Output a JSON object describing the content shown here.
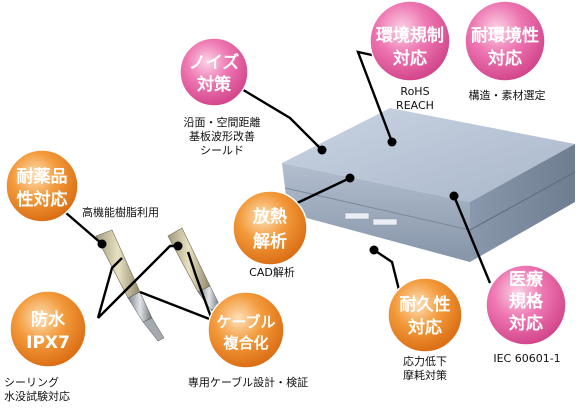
{
  "colors": {
    "pink_bubble": "#e8559c",
    "pink_bubble_light": "#f5a6cc",
    "orange_bubble": "#ee7d1a",
    "orange_bubble_light": "#f8b66b",
    "device_top": "#b9c6d8",
    "device_side": "#8593a7",
    "line": "#000000"
  },
  "bubbles": [
    {
      "id": "noise",
      "lines": [
        "ノイズ",
        "対策"
      ]
    },
    {
      "id": "env-reg",
      "lines": [
        "環境規制",
        "対応"
      ]
    },
    {
      "id": "env-res",
      "lines": [
        "耐環境性",
        "対応"
      ]
    },
    {
      "id": "chem",
      "lines": [
        "耐薬品",
        "性対応"
      ]
    },
    {
      "id": "heat",
      "lines": [
        "放熱",
        "解析"
      ]
    },
    {
      "id": "water",
      "lines": [
        "防水",
        "IPX7"
      ]
    },
    {
      "id": "cable",
      "lines": [
        "ケーブル",
        "複合化"
      ]
    },
    {
      "id": "durable",
      "lines": [
        "耐久性",
        "対応"
      ]
    },
    {
      "id": "medical",
      "lines": [
        "医療",
        "規格",
        "対応"
      ]
    }
  ],
  "captions": {
    "noise": [
      "沿面・空間距離",
      "基板波形改善",
      "シールド"
    ],
    "env_reg": [
      "RoHS",
      "REACH"
    ],
    "env_res": [
      "構造・素材選定"
    ],
    "chem": [
      "高機能樹脂利用"
    ],
    "heat": [
      "CAD解析"
    ],
    "water": [
      "シーリング",
      "水没試験対応"
    ],
    "cable": [
      "専用ケーブル設計・検証"
    ],
    "durable": [
      "応力低下",
      "摩耗対策"
    ],
    "medical": [
      "IEC 60601-1"
    ]
  }
}
